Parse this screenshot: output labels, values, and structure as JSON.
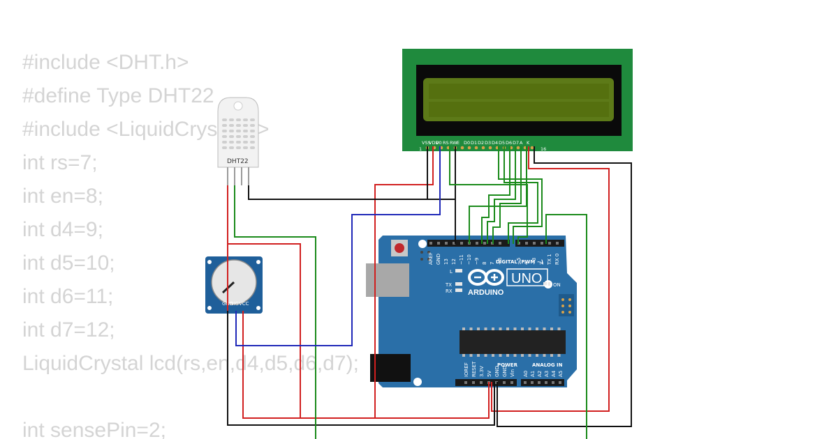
{
  "code": {
    "lines": [
      "#include <DHT.h>",
      "#define Type DHT22",
      "#include <LiquidCrystal.h>",
      "int rs=7;",
      "int en=8;",
      "int d4=9;",
      "int d5=10;",
      "int d6=11;",
      "int d7=12;",
      "LiquidCrystal lcd(rs,en,d4,d5,d6,d7);",
      "",
      "int sensePin=2;"
    ]
  },
  "dht": {
    "label": "DHT22"
  },
  "pot": {
    "pins": [
      "GND",
      "SIG",
      "VCC"
    ]
  },
  "lcd": {
    "pins": [
      "VSS",
      "VDD",
      "V0",
      "RS",
      "RW",
      "E",
      "D0",
      "D1",
      "D2",
      "D3",
      "D4",
      "D5",
      "D6",
      "D7",
      "A",
      "K"
    ],
    "pin_first": "1",
    "pin_last": "16"
  },
  "arduino": {
    "model": "UNO",
    "brand": "ARDUINO",
    "digital_label": "DIGITAL (PWM ~)",
    "power_label": "POWER",
    "analog_label": "ANALOG IN",
    "top_pins": [
      "AREF",
      "GND",
      "13",
      "12",
      "~11",
      "~10",
      "~9",
      "8",
      "7",
      "~6",
      "~5",
      "4",
      "~3",
      "2",
      "TX 1",
      "RX 0"
    ],
    "bottom_pins": [
      "IOREF",
      "RESET",
      "3.3V",
      "5V",
      "GND",
      "GND",
      "Vin",
      "A0",
      "A1",
      "A2",
      "A3",
      "A4",
      "A5"
    ],
    "led_l": "L",
    "led_tx": "TX",
    "led_rx": "RX",
    "on_label": "ON"
  },
  "colors": {
    "wire_red": "#d11f1f",
    "wire_black": "#111111",
    "wire_green": "#1a8a1a",
    "wire_blue": "#1f28b8",
    "board": "#2a6fa8",
    "lcd_pcb": "#1f8a3d",
    "lcd_screen": "#5d7a18"
  }
}
